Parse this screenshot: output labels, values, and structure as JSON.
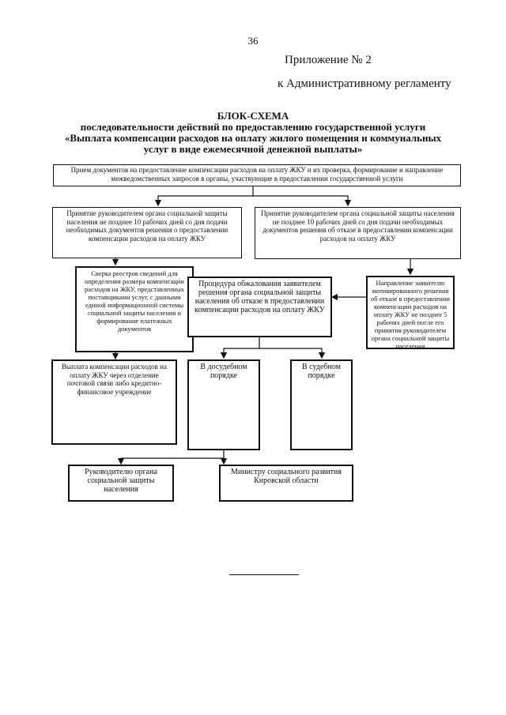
{
  "page_number": "36",
  "appendix": "Приложение № 2",
  "regulation": "к Административному регламенту",
  "title": {
    "line1": "БЛОК-СХЕМА",
    "line2": "последовательности действий по предоставлению государственной услуги",
    "line3": "«Выплата компенсации расходов на оплату жилого помещения и коммунальных",
    "line4": "услуг в виде ежемесячной денежной выплаты»"
  },
  "boxes": {
    "intake": "Прием документов на предоставление компенсации расходов на оплату ЖКУ и их проверка, формирование и направление межведомственных запросов в органы, участвующие в предоставлении государственной услуги",
    "decision_grant": "Принятие руководителем органа социальной защиты населения не позднее 10 рабочих дней со дня подачи необходимых документов решения о предоставлении компенсации расходов на оплату ЖКУ",
    "decision_refuse": "Принятие руководителем органа социальной защиты населения не позднее 10 рабочих дней со дня подачи необходимых документов решения об отказе в предоставлении компенсации расходов на оплату ЖКУ",
    "registry_check": "Сверка реестров сведений для определения размера компенсации расходов на ЖКУ, представленных поставщиками услуг, с данными единой информационной системы социальной защиты населения и формирование платежных документов",
    "appeal_procedure": "Процедура обжалования заявителем решения органа социальной защиты населения об отказе в предоставлении компенсации расходов на оплату ЖКУ",
    "refusal_notice": "Направление заявителю мотивированного решения об отказе в предоставлении компенсации расходов на оплату ЖКУ не позднее 5 рабочих дней после его принятия руководителем органа социальной защиты населения",
    "payment": "Выплата компенсации расходов на оплату ЖКУ через отделение почтовой связи либо кредитно-финансовое учреждение",
    "pretrial": "В досудебном порядке",
    "judicial": "В судебном порядке",
    "head_of_agency": "Руководителю органа социальной защиты населения",
    "ministry": "Министру социального развития Кировской области"
  }
}
